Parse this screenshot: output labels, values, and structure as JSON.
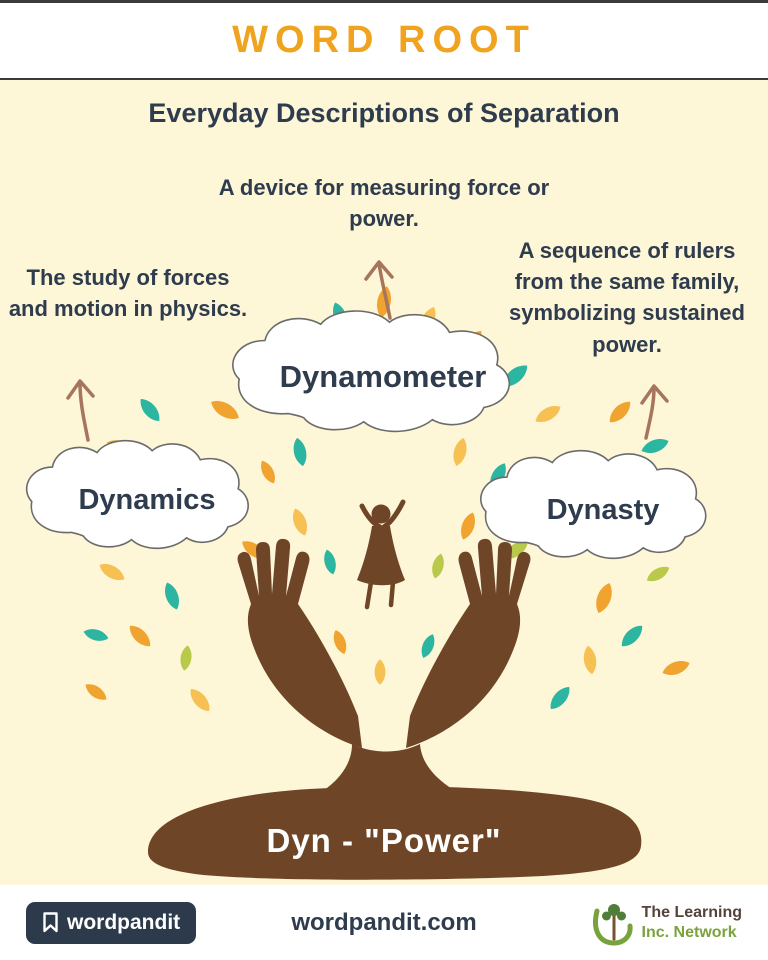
{
  "header": {
    "title": "WORD ROOT"
  },
  "main": {
    "subtitle": "Everyday Descriptions of Separation",
    "root_word": "Dyn - \"Power\"",
    "clouds": [
      {
        "word": "Dynamics",
        "definition": "The study of forces and motion in physics."
      },
      {
        "word": "Dynamometer",
        "definition": "A device for measuring force or power."
      },
      {
        "word": "Dynasty",
        "definition": "A sequence of rulers from the same family, symbolizing sustained power."
      }
    ]
  },
  "footer": {
    "brand_logo_text": "wordpandit",
    "website": "wordpandit.com",
    "partner": {
      "line1": "The Learning",
      "line2": "Inc. Network"
    }
  },
  "colors": {
    "accent_orange": "#efa31f",
    "navy_text": "#2e3c4e",
    "background_cream": "#fdf6d7",
    "tree_brown": "#6f4527",
    "arrow_brown": "#a7755d",
    "leaf_teal": "#2cb5a0",
    "leaf_orange": "#f0a32f",
    "leaf_light_orange": "#f6c053",
    "leaf_olive": "#b9c94a",
    "logo_green": "#7aa23c",
    "brand_badge_navy": "#2d3a4c"
  }
}
